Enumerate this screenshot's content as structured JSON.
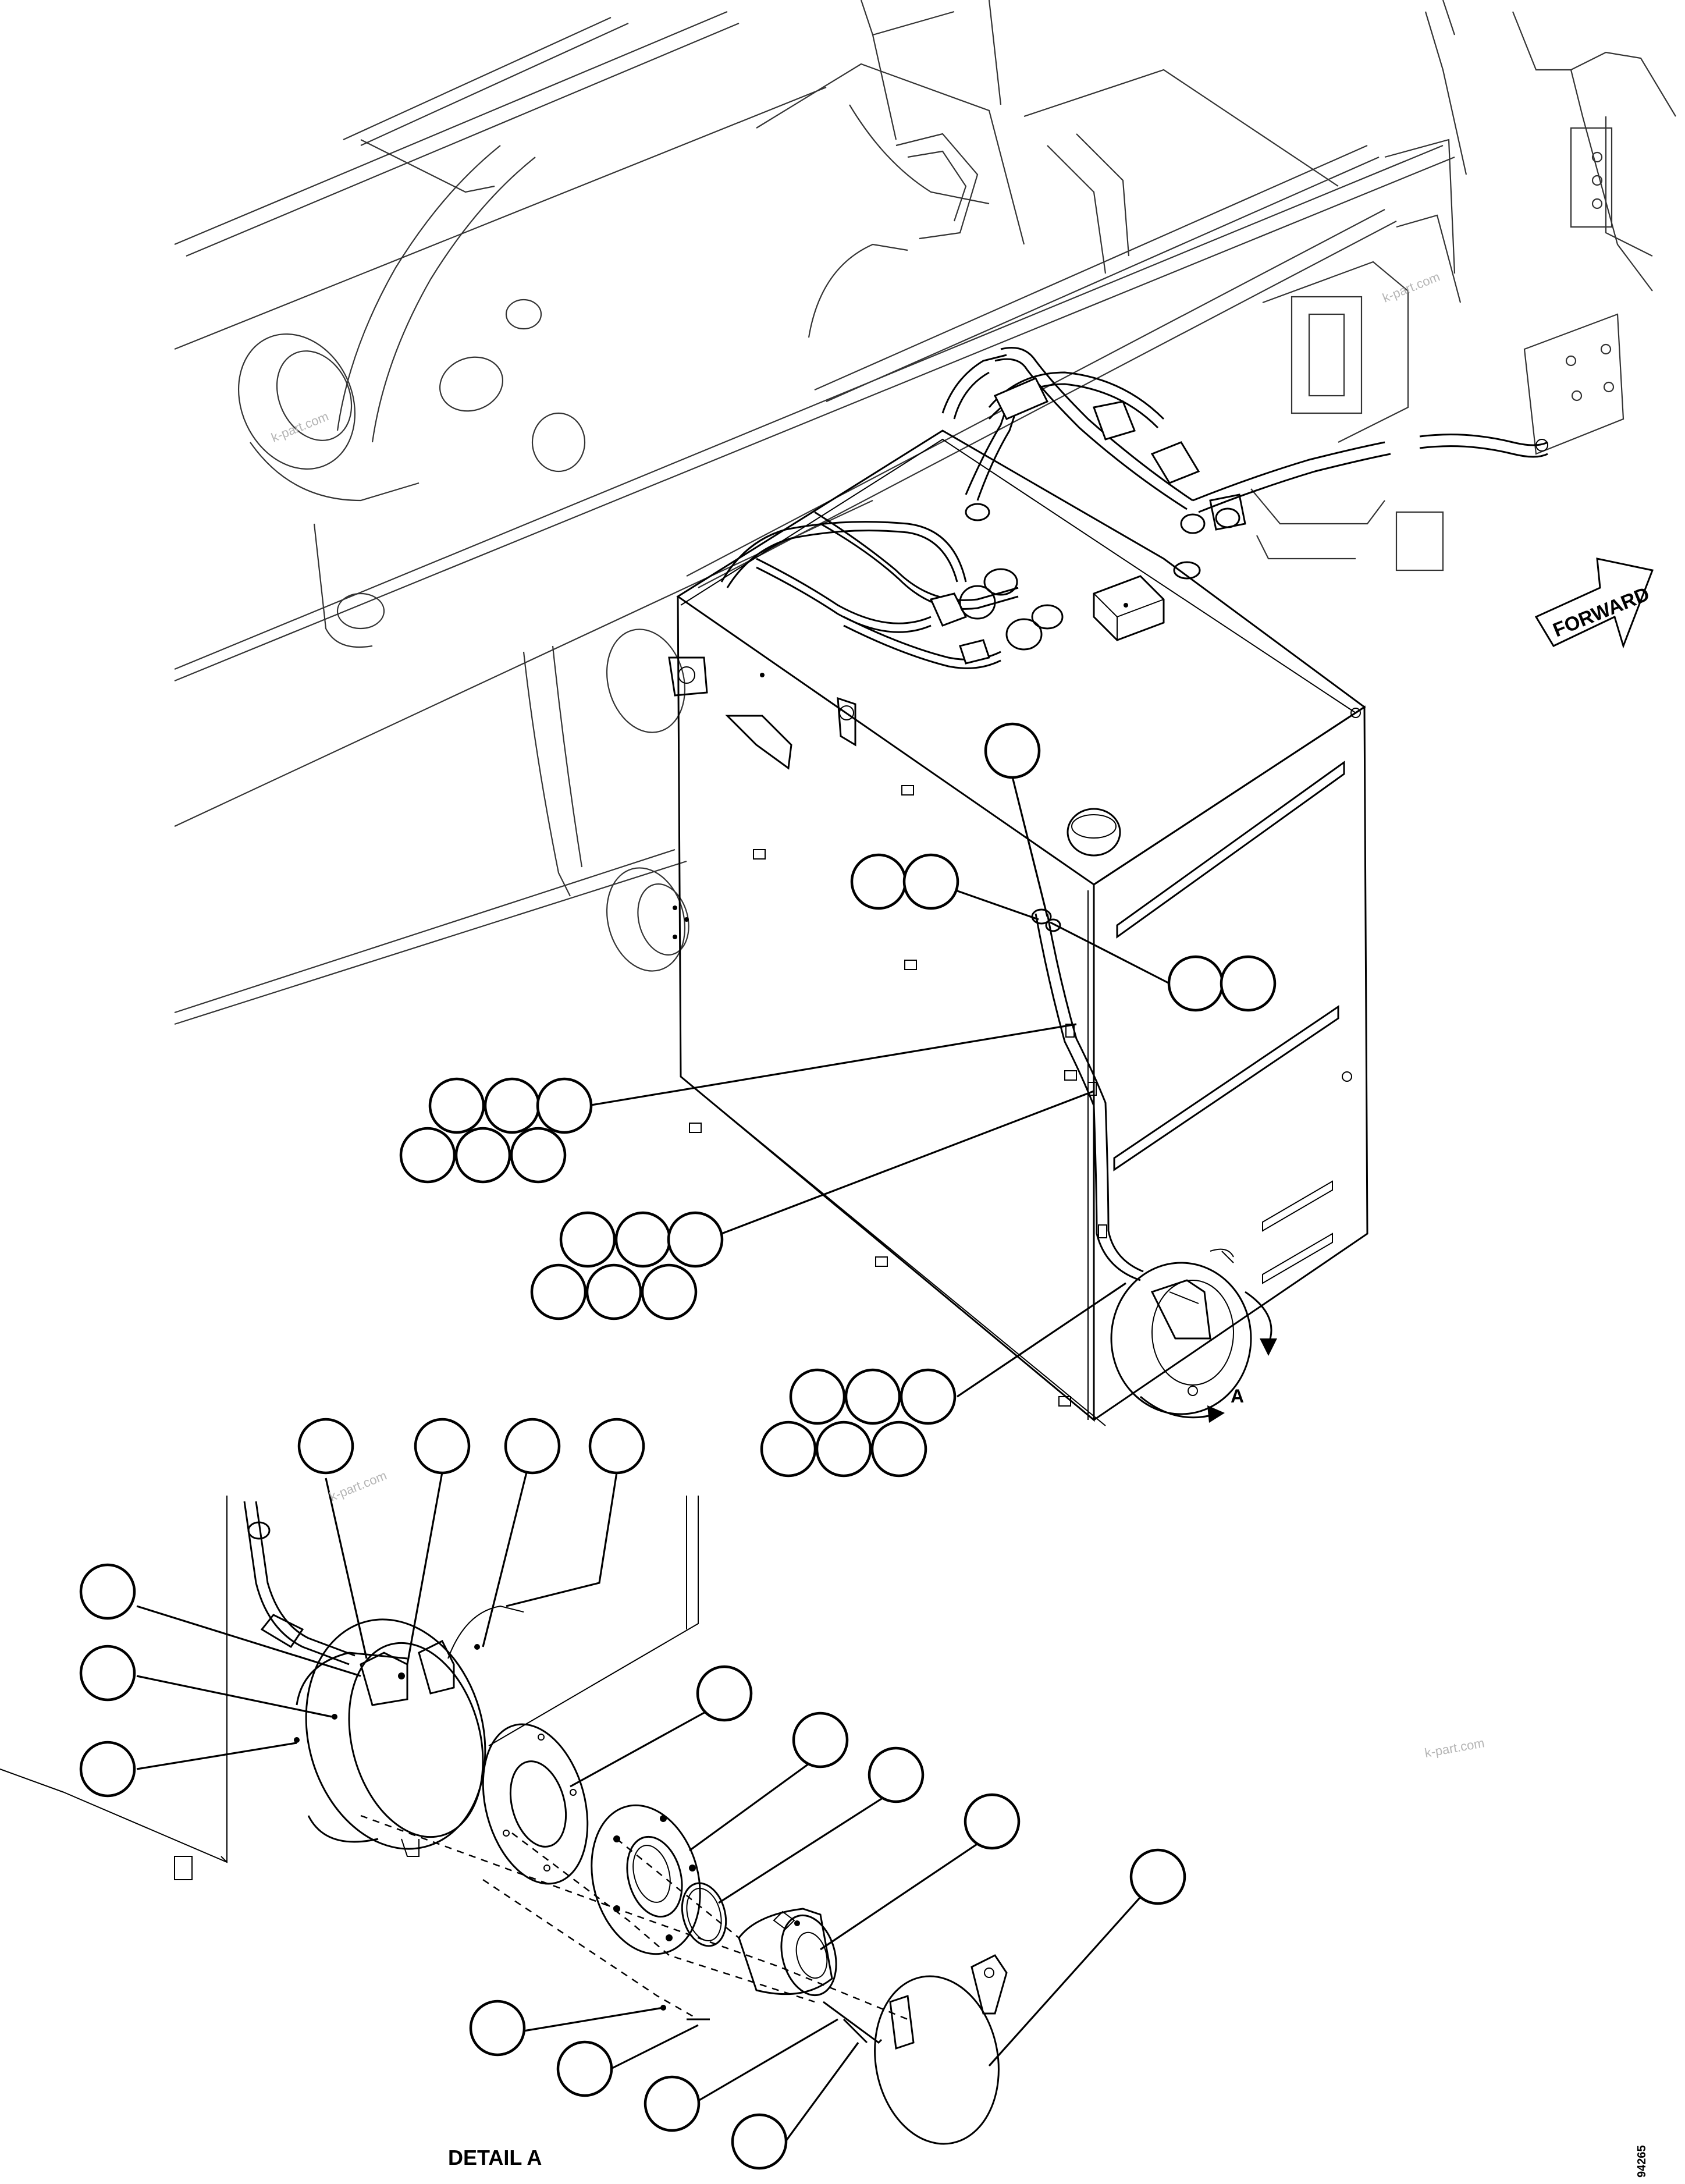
{
  "figure": {
    "forward_label": "FORWARD",
    "detail_marker": "A",
    "detail_title": "DETAIL A",
    "figure_number": "94265",
    "watermark_text": "k-part.com"
  },
  "icons": {
    "forward_arrow": "forward-arrow-icon",
    "rotation_arrow": "rotation-arrow-icon",
    "callout_balloon": "empty-callout-balloon"
  },
  "colors": {
    "line": "#000000",
    "background": "#ffffff",
    "watermark": "#b5b5b5"
  }
}
